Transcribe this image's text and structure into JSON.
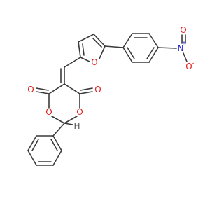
{
  "molecule": {
    "atoms": {
      "carbonyl_o_left": "O",
      "carbonyl_o_right": "O",
      "ring_o_left": "O",
      "ring_o_right": "O",
      "furan_o": "O",
      "acetal_h": "H",
      "nitro_n": "N",
      "nitro_o_top": "O",
      "nitro_o_bottom": "O"
    },
    "charges": {
      "nitro_n_charge": "+",
      "nitro_o_charge": "-"
    },
    "colors": {
      "oxygen": "#e02020",
      "nitrogen": "#2020d0",
      "bond": "#3a3a3a",
      "hydrogen": "#555555"
    }
  }
}
